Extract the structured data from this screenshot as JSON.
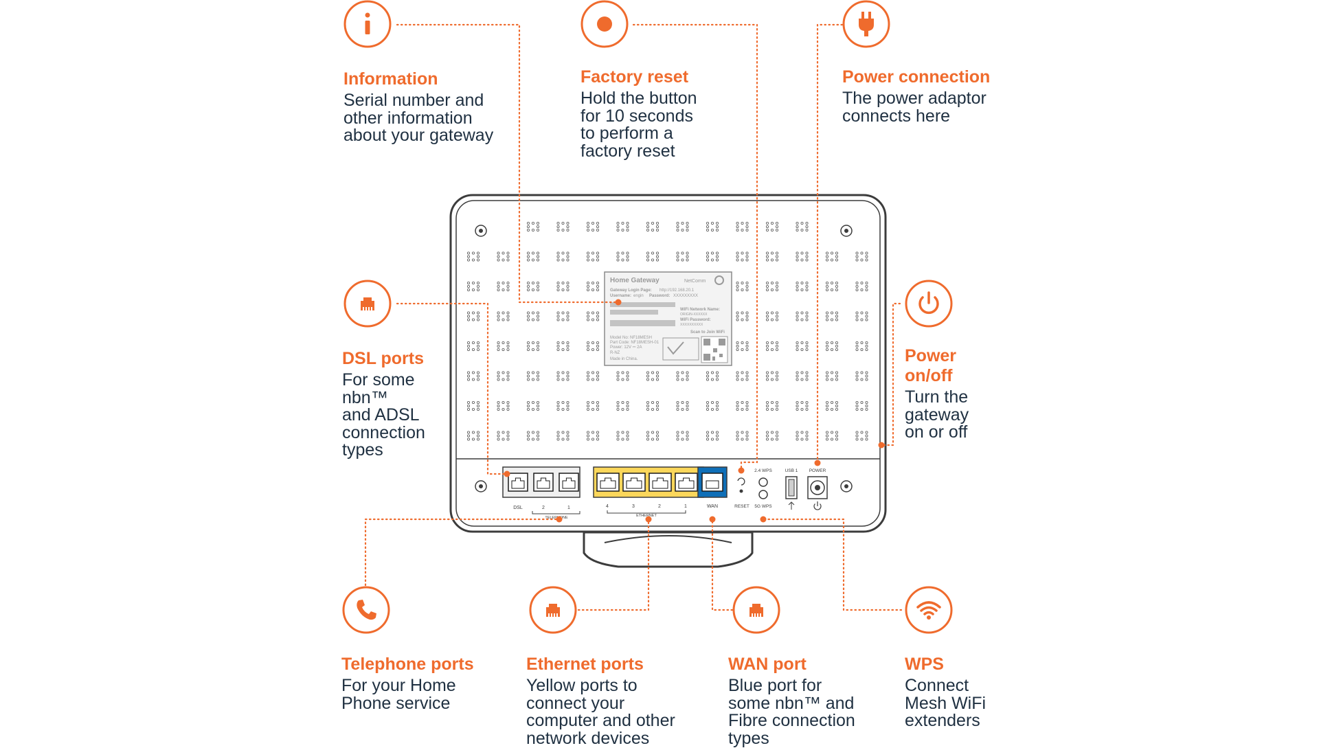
{
  "colors": {
    "accent": "#ef6b2d",
    "text": "#1f3041",
    "outline": "#3c3c3c",
    "yellow": "#fbd75b",
    "blue": "#0f6fb8"
  },
  "callouts": [
    {
      "id": "information",
      "icon": "info-icon",
      "title": "Information",
      "description": "Serial number and\nother information\nabout your gateway"
    },
    {
      "id": "factory-reset",
      "icon": "reset-dot-icon",
      "title": "Factory reset",
      "description": "Hold the button\nfor 10 seconds\nto perform a\nfactory reset"
    },
    {
      "id": "power-connection",
      "icon": "plug-icon",
      "title": "Power connection",
      "description": "The power adaptor\nconnects here"
    },
    {
      "id": "dsl-ports",
      "icon": "port-icon",
      "title": "DSL ports",
      "description": "For some\nnbn™\nand ADSL\nconnection\ntypes"
    },
    {
      "id": "power-onoff",
      "icon": "power-icon",
      "title": "Power\non/off",
      "description": "Turn the\ngateway\non or off"
    },
    {
      "id": "telephone-ports",
      "icon": "phone-icon",
      "title": "Telephone ports",
      "description": "For your Home\nPhone service"
    },
    {
      "id": "ethernet-ports",
      "icon": "port-icon",
      "title": "Ethernet ports",
      "description": "Yellow ports to\nconnect your\ncomputer and other\nnetwork devices"
    },
    {
      "id": "wan-port",
      "icon": "port-icon",
      "title": "WAN port",
      "description": "Blue port for\nsome nbn™ and\nFibre connection\ntypes"
    },
    {
      "id": "wps",
      "icon": "wifi-icon",
      "title": "WPS",
      "description": "Connect\nMesh WiFi\nextenders"
    }
  ],
  "device": {
    "label": {
      "title": "Home Gateway",
      "brand": "NetComm",
      "login_page": "Gateway Login Page:",
      "login_url": "http://192.168.20.1",
      "username_label": "Username:",
      "username": "engin",
      "password_label": "Password:",
      "password": "XXXXXXXXX",
      "wifi_name_label": "WiFi Network Name:",
      "wifi_name": "ORIGIN-XXXXXX",
      "wifi_password_label": "WiFi Password:",
      "wifi_password": "XXXXXXXXXX",
      "scan": "Scan to Join WiFi",
      "model": "Model No: NF18MESH",
      "part_code": "Part Code: NF18MESH-01",
      "power": "Power: 12V ⎓ 2A",
      "approval": "R-NZ",
      "made_in": "Made in China."
    },
    "ports": {
      "dsl": "DSL",
      "tel_2": "2",
      "tel_1": "1",
      "telephone": "TELEPHONE",
      "eth": [
        "4",
        "3",
        "2",
        "1"
      ],
      "ethernet": "ETHERNET",
      "wan": "WAN",
      "reset": "RESET",
      "wps_24": "2.4 WPS",
      "wps_5g": "5G WPS",
      "usb": "USB 1",
      "power": "POWER"
    }
  }
}
